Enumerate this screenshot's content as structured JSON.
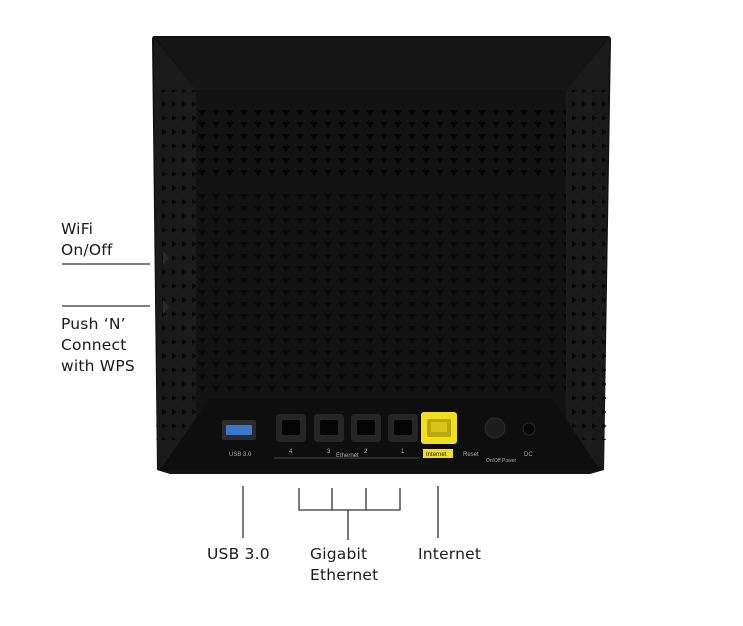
{
  "callouts": {
    "wifi": [
      "WiFi",
      "On/Off"
    ],
    "wps": [
      "Push ‘N’",
      "Connect",
      "with WPS"
    ],
    "usb": [
      "USB 3.0"
    ],
    "gigabit": [
      "Gigabit",
      "Ethernet"
    ],
    "internet": [
      "Internet"
    ]
  },
  "panel_labels": {
    "usb": "USB 3.0",
    "lan4": "4",
    "lan3": "3",
    "lan2": "2",
    "lan1": "1",
    "ethernet": "Ethernet",
    "internet": "Internet",
    "reset": "Reset",
    "power": "On/Off Power",
    "dc": "DC"
  },
  "colors": {
    "router_body": "#121212",
    "internet_port": "#f2df1b",
    "usb_port": "#3a78c9",
    "leader_lines": "#333333"
  }
}
